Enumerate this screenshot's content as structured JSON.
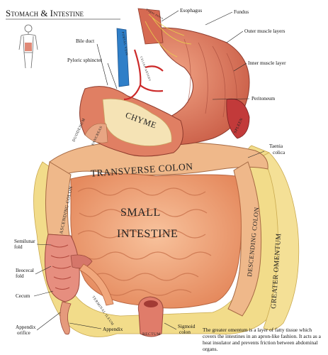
{
  "title": "Stomach & Intestine",
  "regions": {
    "transverse_colon": "TRANSVERSE COLON",
    "small_intestine_1": "SMALL",
    "small_intestine_2": "INTESTINE",
    "chyme": "CHYME",
    "ascending_colon": "ASCENDING COLON",
    "descending_colon": "DESCENDING COLON",
    "greater_omentum": "GREATER OMENTUM",
    "duodenum": "DUODENUM",
    "pancreas": "PANCREAS",
    "spleen": "SPLEEN",
    "rectum": "RECTUM",
    "terminal_ileum": "TERMINAL ILEUM",
    "portal_vein": "PORTAL VEIN",
    "vagus_nerve": "Vagus nerve",
    "celiac_artery": "CELIAC ARTERY"
  },
  "labels": {
    "esophagus": "Esophagus",
    "fundus": "Fundus",
    "outer_muscle": "Outer muscle layers",
    "inner_muscle": "Inner muscle layer",
    "peritoneum": "Peritoneum",
    "taenia_1": "Taenia",
    "taenia_2": "colica",
    "bile_duct": "Bile duct",
    "pyloric": "Pyloric sphincter",
    "semilunar_1": "Semilunar",
    "semilunar_2": "fold",
    "ileocecal_1": "Ileocecal",
    "ileocecal_2": "fold",
    "cecum": "Cecum",
    "appendix_orifice_1": "Appendix",
    "appendix_orifice_2": "orifice",
    "appendix": "Appendix",
    "sigmoid_1": "Sigmoid",
    "sigmoid_2": "colon"
  },
  "note": "The greater omentum is a layer of fatty tissue which covers the intestines in an apron-like fashion. It acts as a heat insulator and prevents friction between abdominal organs.",
  "colors": {
    "intestine": "#f1a77c",
    "intestine_dark": "#c86a45",
    "colon": "#efb88a",
    "omentum": "#f2dc8a",
    "stomach": "#e8866a",
    "muscle": "#d2604a",
    "spleen": "#c23a3a",
    "vein": "#2f7fc8",
    "artery": "#cc2a2a",
    "chyme": "#f5e3b5"
  }
}
